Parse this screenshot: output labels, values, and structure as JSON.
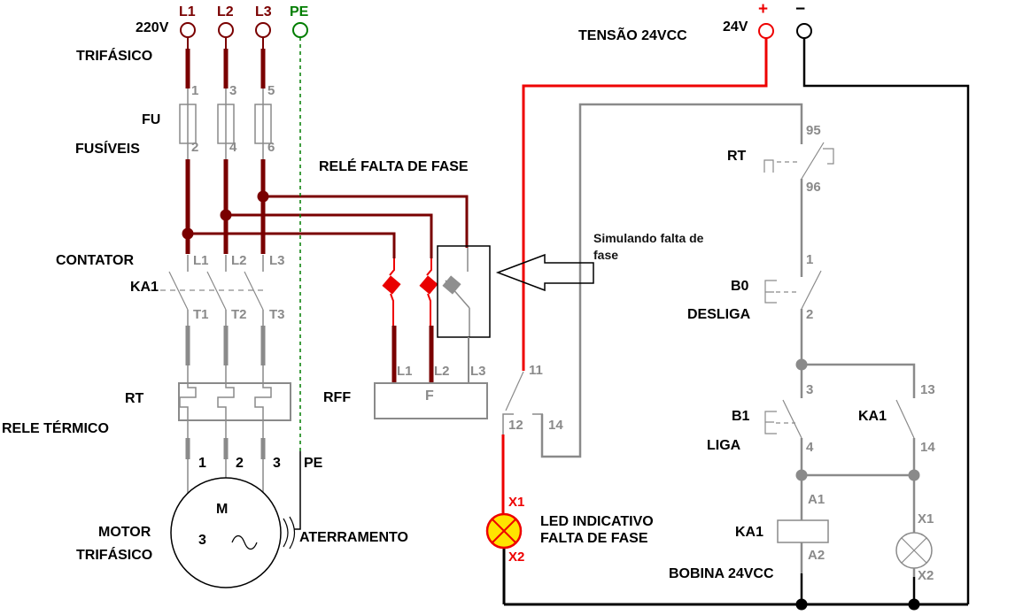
{
  "colors": {
    "phase": "#7a0000",
    "control_red": "#ee0000",
    "wire_gray": "#8a8a8a",
    "label_gray": "#8a8a8a",
    "ground_green": "#007d00",
    "led_yellow": "#ffe400"
  },
  "labels": {
    "phase_l1": "L1",
    "phase_l2": "L2",
    "phase_l3": "L3",
    "pe": "PE",
    "v220": "220V",
    "trifasico": "TRIFÁSICO",
    "fu": "FU",
    "fusiveis": "FUSÍVEIS",
    "n1": "1",
    "n2": "2",
    "n3": "3",
    "n4": "4",
    "n5": "5",
    "n6": "6",
    "rele_falta_fase": "RELÉ FALTA DE FASE",
    "contator": "CONTATOR",
    "ka1": "KA1",
    "t1": "T1",
    "t2": "T2",
    "t3": "T3",
    "rt": "RT",
    "rele_termico": "RELE TÉRMICO",
    "rff": "RFF",
    "f": "F",
    "motor": "MOTOR",
    "m": "M",
    "aterramento": "ATERRAMENTO",
    "tensao": "TENSÃO 24VCC",
    "v24": "24V",
    "plus": "+",
    "minus": "−",
    "simulando_1": "Simulando falta de",
    "simulando_2": "fase",
    "n95": "95",
    "n96": "96",
    "b0": "B0",
    "desliga": "DESLIGA",
    "b1": "B1",
    "liga": "LIGA",
    "n11": "11",
    "n12": "12",
    "n13": "13",
    "n14": "14",
    "a1": "A1",
    "a2": "A2",
    "x1": "X1",
    "x2": "X2",
    "bobina": "BOBINA 24VCC",
    "led_line1": "LED INDICATIVO",
    "led_line2": "FALTA DE FASE"
  }
}
